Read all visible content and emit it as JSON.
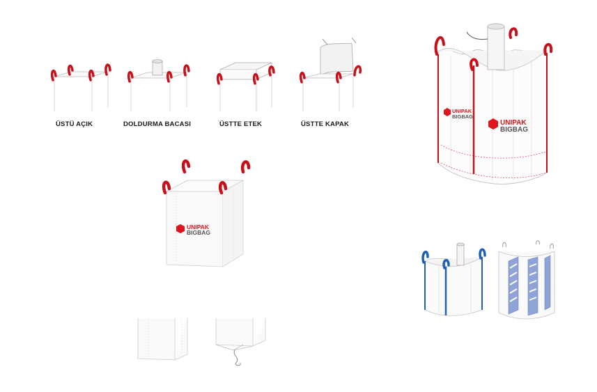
{
  "top_types": [
    {
      "label": "ÜSTÜ AÇIK",
      "icon": "open-top-bag-icon"
    },
    {
      "label": "DOLDURMA BACASI",
      "icon": "filling-spout-bag-icon"
    },
    {
      "label": "ÜSTTE ETEK",
      "icon": "duffle-top-bag-icon"
    },
    {
      "label": "ÜSTTE KAPAK",
      "icon": "flap-top-bag-icon"
    }
  ],
  "brand": {
    "line1": "UNIPAK",
    "line2": "BIGBAG",
    "color": "#e0141e"
  },
  "colors": {
    "loop_red": "#c8101a",
    "loop_blue": "#1f5fb5",
    "baffle_blue": "#8fa3d6",
    "outline": "#bdbdbd"
  }
}
